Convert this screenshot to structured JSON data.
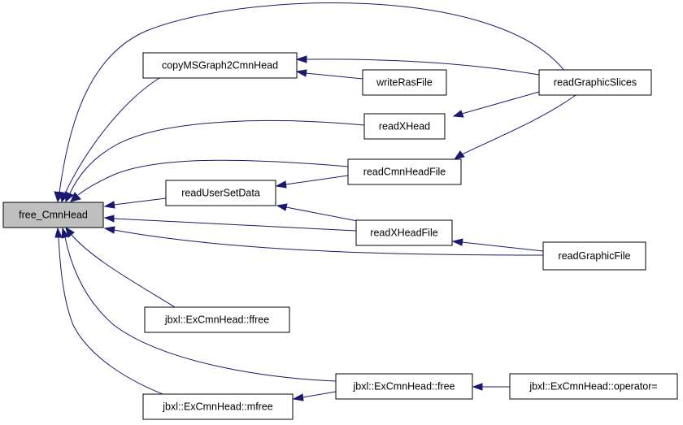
{
  "graph": {
    "nodes": {
      "free_cmnhead": {
        "label": "free_CmnHead",
        "focus": true
      },
      "copymsgraph2cmnhead": {
        "label": "copyMSGraph2CmnHead"
      },
      "writerasfile": {
        "label": "writeRasFile"
      },
      "readgraphicslices": {
        "label": "readGraphicSlices"
      },
      "readxhead": {
        "label": "readXHead"
      },
      "readcmnheadfile": {
        "label": "readCmnHeadFile"
      },
      "readusersetdata": {
        "label": "readUserSetData"
      },
      "readxheadfile": {
        "label": "readXHeadFile"
      },
      "readgraphicfile": {
        "label": "readGraphicFile"
      },
      "exc_ffree": {
        "label": "jbxl::ExCmnHead::ffree"
      },
      "exc_free": {
        "label": "jbxl::ExCmnHead::free"
      },
      "exc_operator": {
        "label": "jbxl::ExCmnHead::operator="
      },
      "exc_mfree": {
        "label": "jbxl::ExCmnHead::mfree"
      }
    },
    "edges": [
      {
        "from": "copymsgraph2cmnhead",
        "to": "free_cmnhead"
      },
      {
        "from": "readgraphicslices",
        "to": "free_cmnhead"
      },
      {
        "from": "readxhead",
        "to": "free_cmnhead"
      },
      {
        "from": "readcmnheadfile",
        "to": "free_cmnhead"
      },
      {
        "from": "readusersetdata",
        "to": "free_cmnhead"
      },
      {
        "from": "readxheadfile",
        "to": "free_cmnhead"
      },
      {
        "from": "readgraphicfile",
        "to": "free_cmnhead"
      },
      {
        "from": "exc_ffree",
        "to": "free_cmnhead"
      },
      {
        "from": "exc_free",
        "to": "free_cmnhead"
      },
      {
        "from": "exc_mfree",
        "to": "free_cmnhead"
      },
      {
        "from": "writerasfile",
        "to": "copymsgraph2cmnhead"
      },
      {
        "from": "readgraphicslices",
        "to": "copymsgraph2cmnhead"
      },
      {
        "from": "readgraphicslices",
        "to": "readxhead"
      },
      {
        "from": "readgraphicslices",
        "to": "readcmnheadfile"
      },
      {
        "from": "readcmnheadfile",
        "to": "readusersetdata"
      },
      {
        "from": "readxheadfile",
        "to": "readusersetdata"
      },
      {
        "from": "readgraphicfile",
        "to": "readxheadfile"
      },
      {
        "from": "exc_free",
        "to": "exc_mfree"
      },
      {
        "from": "exc_operator",
        "to": "exc_free"
      }
    ]
  }
}
